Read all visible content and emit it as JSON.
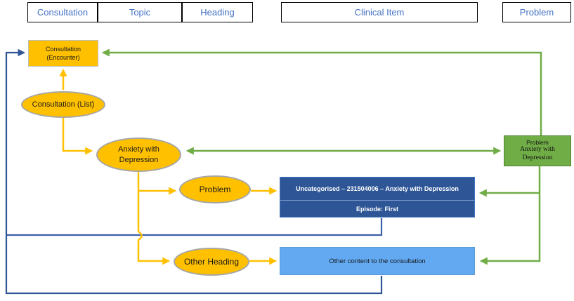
{
  "headers": [
    {
      "label": "Consultation"
    },
    {
      "label": "Topic"
    },
    {
      "label": "Heading"
    },
    {
      "label": "Clinical Item"
    },
    {
      "label": "Problem"
    }
  ],
  "nodes": {
    "encounter": {
      "line1": "Consultation",
      "line2": "(Encounter)"
    },
    "consultation_list": {
      "label": "Consultation (List)"
    },
    "anxiety_ellipse": {
      "line1": "Anxiety with",
      "line2": "Depression"
    },
    "problem_ellipse": {
      "label": "Problem"
    },
    "other_heading_ellipse": {
      "label": "Other Heading"
    },
    "clinical_item_box": {
      "line1": "Uncategorised – 231504006 – Anxiety with Depression",
      "line2": "Episode: First"
    },
    "other_content_box": {
      "label": "Other content to the consultation"
    },
    "problem_box": {
      "line1": "Problem",
      "line2": "Anxiety with",
      "line3": "Depression"
    }
  },
  "colors": {
    "gold": "#FFC000",
    "gold_border": "#A6A6A6",
    "dark_blue": "#2E5697",
    "light_blue": "#62A9F2",
    "green": "#70AD47",
    "green_border": "#548235",
    "blue_line": "#2F5597",
    "header_text": "#4472C4"
  }
}
